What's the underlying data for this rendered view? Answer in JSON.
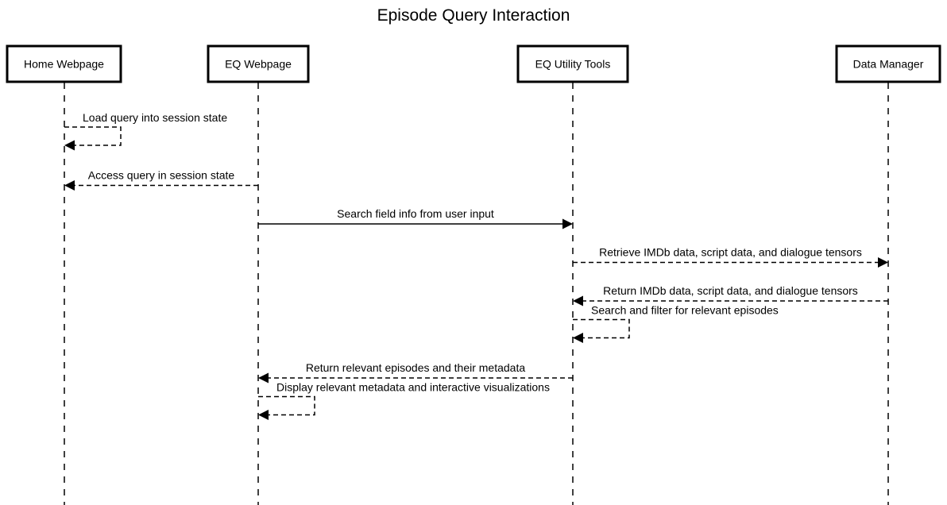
{
  "title": "Episode Query Interaction",
  "participants": [
    {
      "id": "home",
      "label": "Home Webpage"
    },
    {
      "id": "eqweb",
      "label": "EQ Webpage"
    },
    {
      "id": "tools",
      "label": "EQ Utility Tools"
    },
    {
      "id": "data",
      "label": "Data Manager"
    }
  ],
  "messages": [
    {
      "from": "home",
      "to": "home",
      "label": "Load query into session state",
      "style": "dashed"
    },
    {
      "from": "eqweb",
      "to": "home",
      "label": "Access query in session state",
      "style": "dashed"
    },
    {
      "from": "eqweb",
      "to": "tools",
      "label": "Search field info from user input",
      "style": "solid"
    },
    {
      "from": "tools",
      "to": "data",
      "label": "Retrieve IMDb data, script data, and dialogue tensors",
      "style": "dashed"
    },
    {
      "from": "data",
      "to": "tools",
      "label": "Return IMDb data, script data, and dialogue tensors",
      "style": "dashed"
    },
    {
      "from": "tools",
      "to": "tools",
      "label": "Search and filter for relevant episodes",
      "style": "dashed"
    },
    {
      "from": "tools",
      "to": "eqweb",
      "label": "Return relevant episodes and their metadata",
      "style": "dashed"
    },
    {
      "from": "eqweb",
      "to": "eqweb",
      "label": "Display relevant metadata and interactive visualizations",
      "style": "dashed"
    }
  ]
}
